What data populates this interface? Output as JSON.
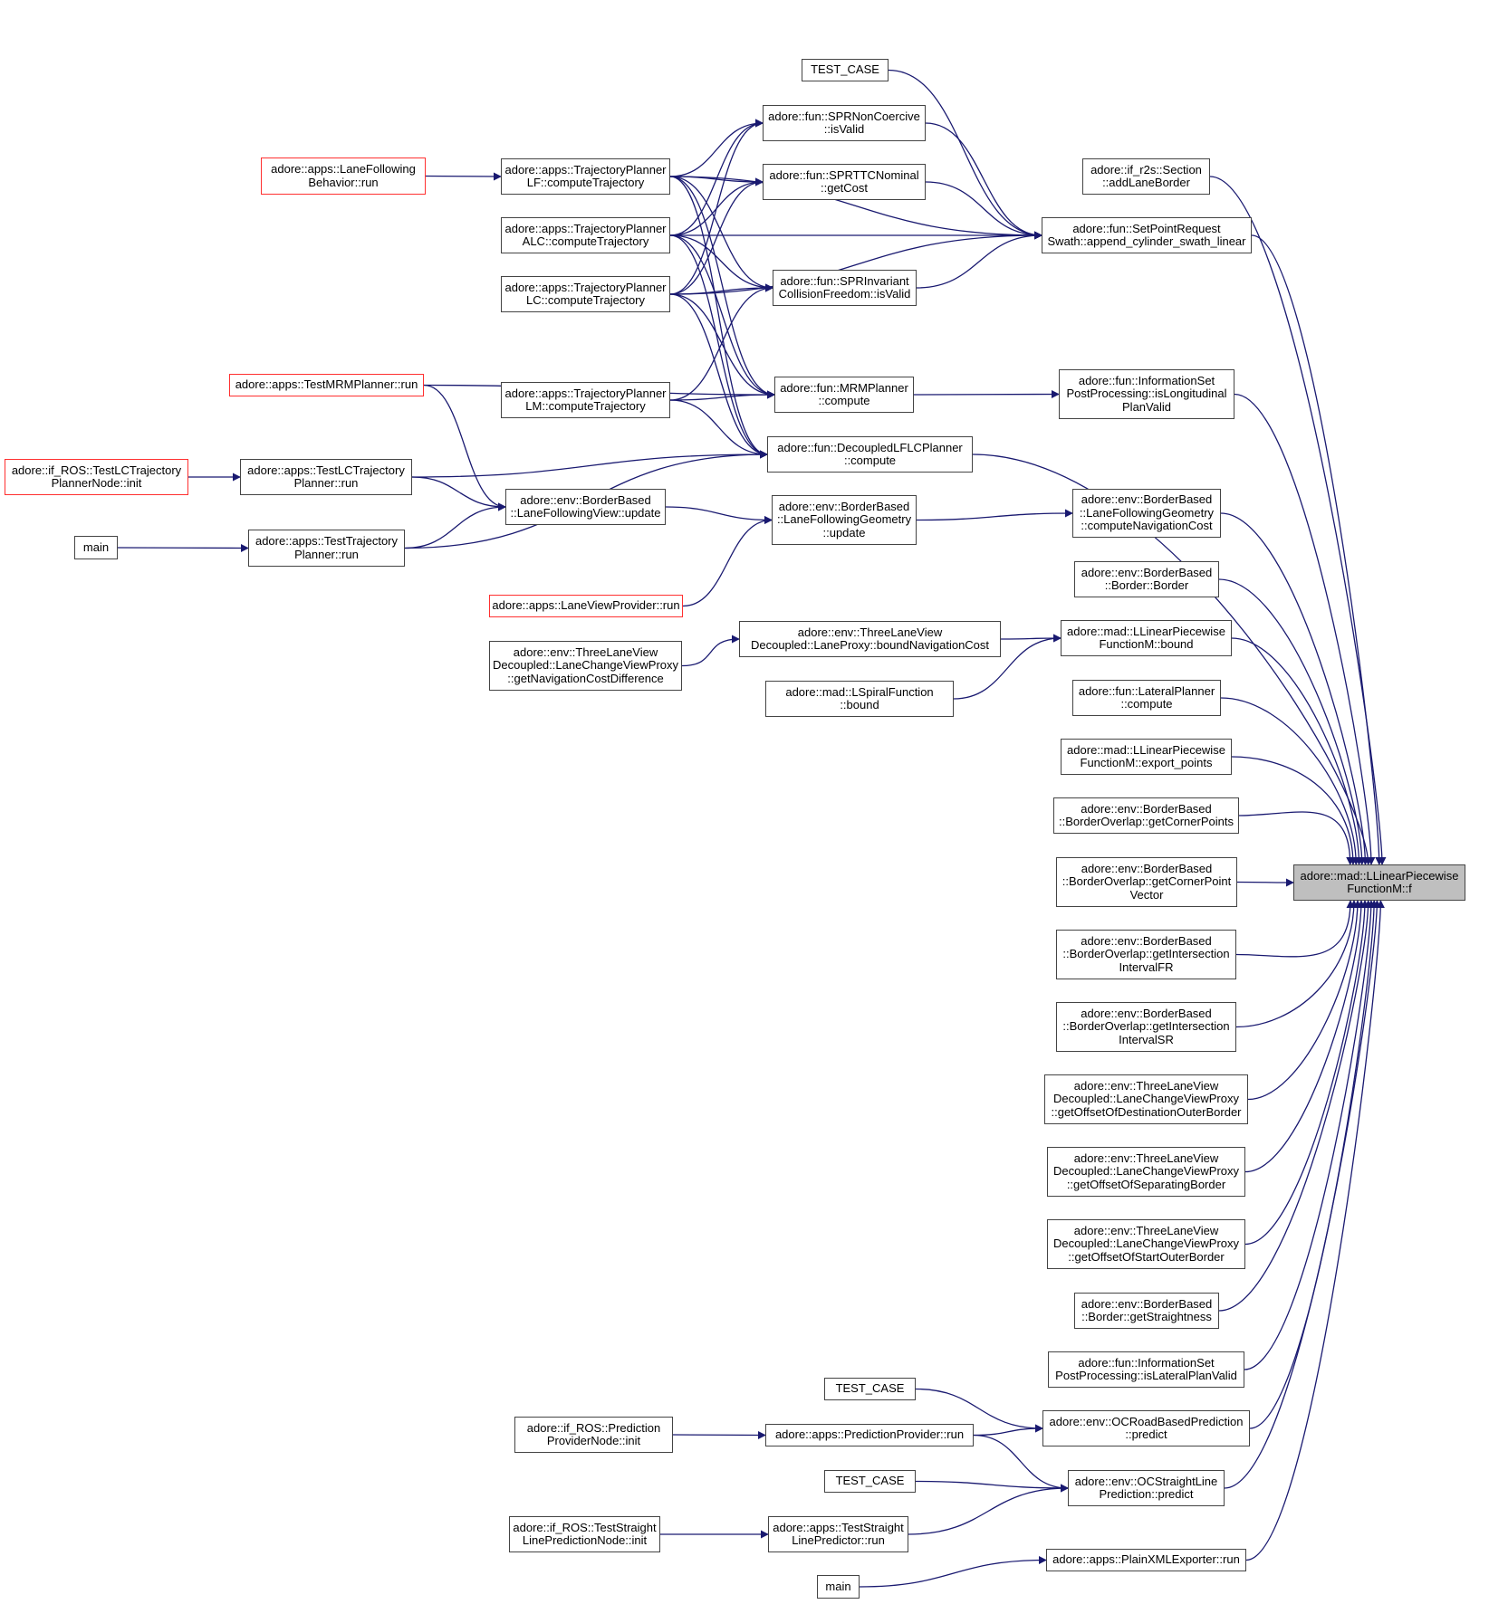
{
  "title": "Caller graph of adore::mad::LLinearPiecewiseFunctionM::f",
  "edge_color": "#191970",
  "nodes": {
    "target": {
      "label": "adore::mad::LLinearPiecewise\nFunctionM::f",
      "kind": "target"
    },
    "lfb_run": {
      "label": "adore::apps::LaneFollowing\nBehavior::run",
      "kind": "truncated"
    },
    "tp_lf": {
      "label": "adore::apps::TrajectoryPlanner\nLF::computeTrajectory",
      "kind": "normal"
    },
    "tp_alc": {
      "label": "adore::apps::TrajectoryPlanner\nALC::computeTrajectory",
      "kind": "normal"
    },
    "tp_lc": {
      "label": "adore::apps::TrajectoryPlanner\nLC::computeTrajectory",
      "kind": "normal"
    },
    "tp_lm": {
      "label": "adore::apps::TrajectoryPlanner\nLM::computeTrajectory",
      "kind": "normal"
    },
    "test_mrm": {
      "label": "adore::apps::TestMRMPlanner::run",
      "kind": "truncated"
    },
    "ros_testlc": {
      "label": "adore::if_ROS::TestLCTrajectory\nPlannerNode::init",
      "kind": "truncated"
    },
    "testlc_run": {
      "label": "adore::apps::TestLCTrajectory\nPlanner::run",
      "kind": "normal"
    },
    "main1": {
      "label": "main",
      "kind": "normal"
    },
    "testtp_run": {
      "label": "adore::apps::TestTrajectory\nPlanner::run",
      "kind": "normal"
    },
    "test_case1": {
      "label": "TEST_CASE",
      "kind": "normal"
    },
    "spr_noncoercive": {
      "label": "adore::fun::SPRNonCoercive\n::isValid",
      "kind": "normal"
    },
    "spr_ttc": {
      "label": "adore::fun::SPRTTCNominal\n::getCost",
      "kind": "normal"
    },
    "spr_invariant": {
      "label": "adore::fun::SPRInvariant\nCollisionFreedom::isValid",
      "kind": "normal"
    },
    "mrm_compute": {
      "label": "adore::fun::MRMPlanner\n::compute",
      "kind": "normal"
    },
    "decoupled": {
      "label": "adore::fun::DecoupledLFLCPlanner\n::compute",
      "kind": "normal"
    },
    "lfv_update": {
      "label": "adore::env::BorderBased\n::LaneFollowingView::update",
      "kind": "normal"
    },
    "lfg_update": {
      "label": "adore::env::BorderBased\n::LaneFollowingGeometry\n::update",
      "kind": "normal"
    },
    "lvp_run": {
      "label": "adore::apps::LaneViewProvider::run",
      "kind": "truncated"
    },
    "navcost_diff": {
      "label": "adore::env::ThreeLaneView\nDecoupled::LaneChangeViewProxy\n::getNavigationCostDifference",
      "kind": "normal"
    },
    "bound_navcost": {
      "label": "adore::env::ThreeLaneView\nDecoupled::LaneProxy::boundNavigationCost",
      "kind": "normal"
    },
    "spiral_bound": {
      "label": "adore::mad::LSpiralFunction\n::bound",
      "kind": "normal"
    },
    "add_lane_border": {
      "label": "adore::if_r2s::Section\n::addLaneBorder",
      "kind": "normal"
    },
    "setpoint": {
      "label": "adore::fun::SetPointRequest\nSwath::append_cylinder_swath_linear",
      "kind": "normal"
    },
    "is_long_valid": {
      "label": "adore::fun::InformationSet\nPostProcessing::isLongitudinal\nPlanValid",
      "kind": "normal"
    },
    "compute_navcost": {
      "label": "adore::env::BorderBased\n::LaneFollowingGeometry\n::computeNavigationCost",
      "kind": "normal"
    },
    "border_border": {
      "label": "adore::env::BorderBased\n::Border::Border",
      "kind": "normal"
    },
    "llp_bound": {
      "label": "adore::mad::LLinearPiecewise\nFunctionM::bound",
      "kind": "normal"
    },
    "lateral_compute": {
      "label": "adore::fun::LateralPlanner\n::compute",
      "kind": "normal"
    },
    "export_points": {
      "label": "adore::mad::LLinearPiecewise\nFunctionM::export_points",
      "kind": "normal"
    },
    "corner_points": {
      "label": "adore::env::BorderBased\n::BorderOverlap::getCornerPoints",
      "kind": "normal"
    },
    "corner_point_vec": {
      "label": "adore::env::BorderBased\n::BorderOverlap::getCornerPoint\nVector",
      "kind": "normal"
    },
    "intersect_fr": {
      "label": "adore::env::BorderBased\n::BorderOverlap::getIntersection\nIntervalFR",
      "kind": "normal"
    },
    "intersect_sr": {
      "label": "adore::env::BorderBased\n::BorderOverlap::getIntersection\nIntervalSR",
      "kind": "normal"
    },
    "offset_dest": {
      "label": "adore::env::ThreeLaneView\nDecoupled::LaneChangeViewProxy\n::getOffsetOfDestinationOuterBorder",
      "kind": "normal"
    },
    "offset_sep": {
      "label": "adore::env::ThreeLaneView\nDecoupled::LaneChangeViewProxy\n::getOffsetOfSeparatingBorder",
      "kind": "normal"
    },
    "offset_start": {
      "label": "adore::env::ThreeLaneView\nDecoupled::LaneChangeViewProxy\n::getOffsetOfStartOuterBorder",
      "kind": "normal"
    },
    "straightness": {
      "label": "adore::env::BorderBased\n::Border::getStraightness",
      "kind": "normal"
    },
    "is_lat_valid": {
      "label": "adore::fun::InformationSet\nPostProcessing::isLateralPlanValid",
      "kind": "normal"
    },
    "ocroad_predict": {
      "label": "adore::env::OCRoadBasedPrediction\n::predict",
      "kind": "normal"
    },
    "ocstraight_predict": {
      "label": "adore::env::OCStraightLine\nPrediction::predict",
      "kind": "normal"
    },
    "plainxml_run": {
      "label": "adore::apps::PlainXMLExporter::run",
      "kind": "normal"
    },
    "test_case2": {
      "label": "TEST_CASE",
      "kind": "normal"
    },
    "ros_prediction": {
      "label": "adore::if_ROS::Prediction\nProviderNode::init",
      "kind": "normal"
    },
    "prediction_run": {
      "label": "adore::apps::PredictionProvider::run",
      "kind": "normal"
    },
    "test_case3": {
      "label": "TEST_CASE",
      "kind": "normal"
    },
    "ros_straight": {
      "label": "adore::if_ROS::TestStraight\nLinePredictionNode::init",
      "kind": "normal"
    },
    "straight_run": {
      "label": "adore::apps::TestStraight\nLinePredictor::run",
      "kind": "normal"
    },
    "main2": {
      "label": "main",
      "kind": "normal"
    }
  },
  "edges": [
    [
      "lfb_run",
      "tp_lf"
    ],
    [
      "tp_lf",
      "spr_noncoercive"
    ],
    [
      "tp_lf",
      "spr_ttc"
    ],
    [
      "tp_lf",
      "spr_invariant"
    ],
    [
      "tp_lf",
      "setpoint"
    ],
    [
      "tp_lf",
      "mrm_compute"
    ],
    [
      "tp_lf",
      "decoupled"
    ],
    [
      "tp_alc",
      "spr_noncoercive"
    ],
    [
      "tp_alc",
      "spr_ttc"
    ],
    [
      "tp_alc",
      "spr_invariant"
    ],
    [
      "tp_alc",
      "setpoint"
    ],
    [
      "tp_alc",
      "mrm_compute"
    ],
    [
      "tp_alc",
      "decoupled"
    ],
    [
      "tp_lc",
      "spr_noncoercive"
    ],
    [
      "tp_lc",
      "spr_ttc"
    ],
    [
      "tp_lc",
      "spr_invariant"
    ],
    [
      "tp_lc",
      "setpoint"
    ],
    [
      "tp_lc",
      "mrm_compute"
    ],
    [
      "tp_lc",
      "decoupled"
    ],
    [
      "tp_lm",
      "spr_invariant"
    ],
    [
      "tp_lm",
      "mrm_compute"
    ],
    [
      "tp_lm",
      "decoupled"
    ],
    [
      "test_mrm",
      "mrm_compute"
    ],
    [
      "test_mrm",
      "lfv_update"
    ],
    [
      "ros_testlc",
      "testlc_run"
    ],
    [
      "testlc_run",
      "decoupled"
    ],
    [
      "testlc_run",
      "lfv_update"
    ],
    [
      "main1",
      "testtp_run"
    ],
    [
      "testtp_run",
      "lfv_update"
    ],
    [
      "testtp_run",
      "decoupled"
    ],
    [
      "lfv_update",
      "lfg_update"
    ],
    [
      "lvp_run",
      "lfg_update"
    ],
    [
      "test_case1",
      "setpoint"
    ],
    [
      "spr_noncoercive",
      "setpoint"
    ],
    [
      "spr_ttc",
      "setpoint"
    ],
    [
      "spr_invariant",
      "setpoint"
    ],
    [
      "mrm_compute",
      "is_long_valid"
    ],
    [
      "lfg_update",
      "compute_navcost"
    ],
    [
      "navcost_diff",
      "bound_navcost"
    ],
    [
      "bound_navcost",
      "llp_bound"
    ],
    [
      "spiral_bound",
      "llp_bound"
    ],
    [
      "test_case2",
      "ocroad_predict"
    ],
    [
      "prediction_run",
      "ocroad_predict"
    ],
    [
      "prediction_run",
      "ocstraight_predict"
    ],
    [
      "ros_prediction",
      "prediction_run"
    ],
    [
      "test_case3",
      "ocstraight_predict"
    ],
    [
      "straight_run",
      "ocstraight_predict"
    ],
    [
      "ros_straight",
      "straight_run"
    ],
    [
      "main2",
      "plainxml_run"
    ],
    [
      "add_lane_border",
      "target"
    ],
    [
      "setpoint",
      "target"
    ],
    [
      "is_long_valid",
      "target"
    ],
    [
      "decoupled",
      "target"
    ],
    [
      "compute_navcost",
      "target"
    ],
    [
      "border_border",
      "target"
    ],
    [
      "llp_bound",
      "target"
    ],
    [
      "lateral_compute",
      "target"
    ],
    [
      "export_points",
      "target"
    ],
    [
      "corner_points",
      "target"
    ],
    [
      "corner_point_vec",
      "target"
    ],
    [
      "intersect_fr",
      "target"
    ],
    [
      "intersect_sr",
      "target"
    ],
    [
      "offset_dest",
      "target"
    ],
    [
      "offset_sep",
      "target"
    ],
    [
      "offset_start",
      "target"
    ],
    [
      "straightness",
      "target"
    ],
    [
      "is_lat_valid",
      "target"
    ],
    [
      "ocroad_predict",
      "target"
    ],
    [
      "ocstraight_predict",
      "target"
    ],
    [
      "plainxml_run",
      "target"
    ]
  ]
}
